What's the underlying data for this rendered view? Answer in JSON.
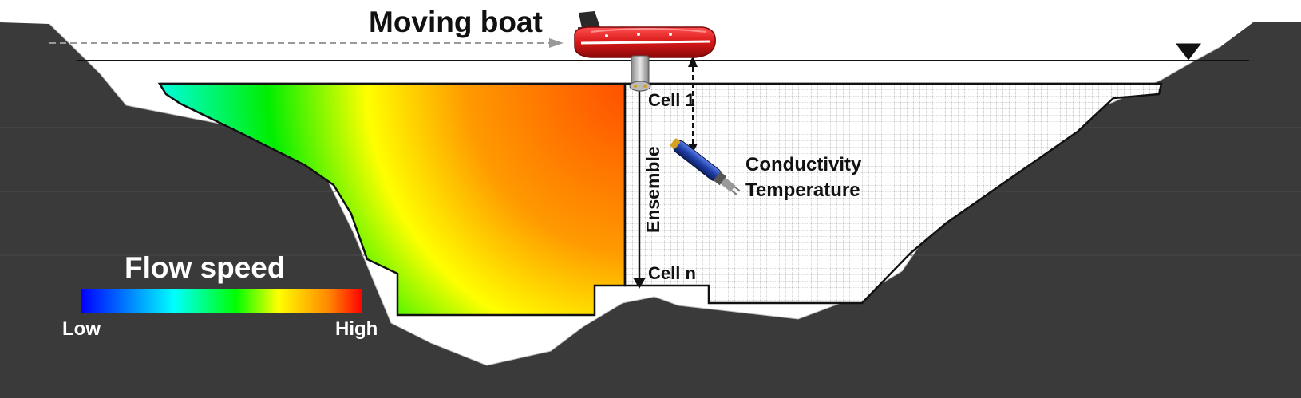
{
  "labels": {
    "moving_boat": "Moving boat",
    "cell_first": "Cell 1",
    "cell_last": "Cell n",
    "ensemble": "Ensemble",
    "sensor_line1": "Conductivity",
    "sensor_line2": "Temperature"
  },
  "legend": {
    "title": "Flow speed",
    "low": "Low",
    "high": "High",
    "gradient_colors": [
      "#0000ff",
      "#00ffff",
      "#00ff00",
      "#ffff00",
      "#ff8800",
      "#ff0000"
    ]
  },
  "colors": {
    "riverbed": "#3a3a3a",
    "water": "#ffffff",
    "grid": "#666666",
    "boat_hull": "#e02020",
    "probe": "#1f3fa8"
  },
  "icons": {
    "boat": "inflatable-boat-icon",
    "adcp": "adcp-sensor-icon",
    "ctd": "ctd-probe-icon",
    "water_level": "water-level-triangle-icon"
  }
}
